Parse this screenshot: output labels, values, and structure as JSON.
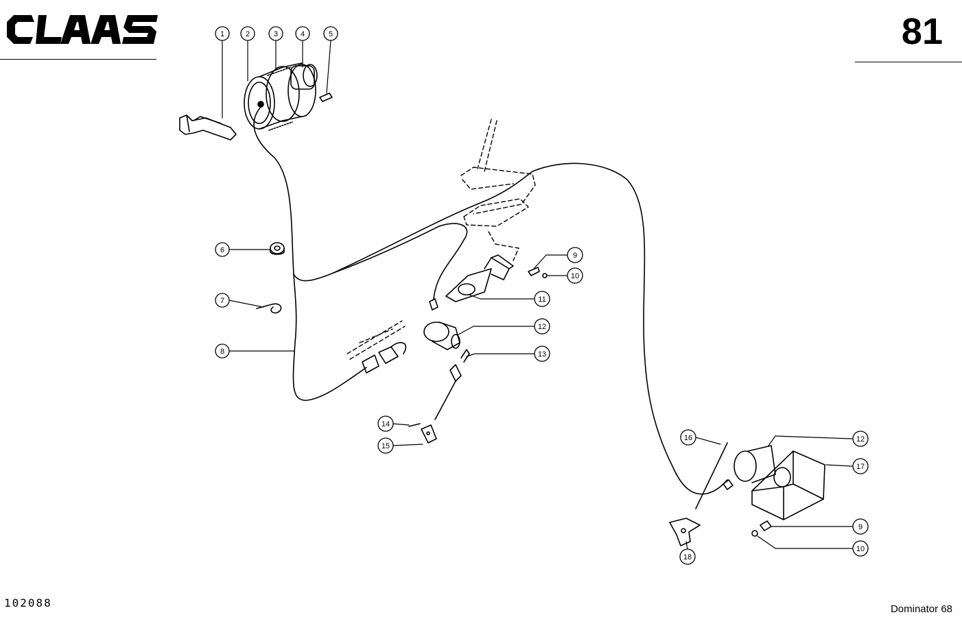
{
  "header": {
    "brand": "CLAAS",
    "page_number": "81"
  },
  "footer": {
    "doc_code": "102088",
    "model": "Dominator 68"
  },
  "callouts": [
    {
      "id": "c1",
      "label": "1"
    },
    {
      "id": "c2",
      "label": "2"
    },
    {
      "id": "c3",
      "label": "3"
    },
    {
      "id": "c4",
      "label": "4"
    },
    {
      "id": "c5",
      "label": "5"
    },
    {
      "id": "c6",
      "label": "6"
    },
    {
      "id": "c7",
      "label": "7"
    },
    {
      "id": "c8",
      "label": "8"
    },
    {
      "id": "c9a",
      "label": "9"
    },
    {
      "id": "c10a",
      "label": "10"
    },
    {
      "id": "c11",
      "label": "11"
    },
    {
      "id": "c12a",
      "label": "12"
    },
    {
      "id": "c13",
      "label": "13"
    },
    {
      "id": "c14",
      "label": "14"
    },
    {
      "id": "c15",
      "label": "15"
    },
    {
      "id": "c16",
      "label": "16"
    },
    {
      "id": "c12b",
      "label": "12"
    },
    {
      "id": "c17",
      "label": "17"
    },
    {
      "id": "c9b",
      "label": "9"
    },
    {
      "id": "c10b",
      "label": "10"
    },
    {
      "id": "c18",
      "label": "18"
    }
  ]
}
